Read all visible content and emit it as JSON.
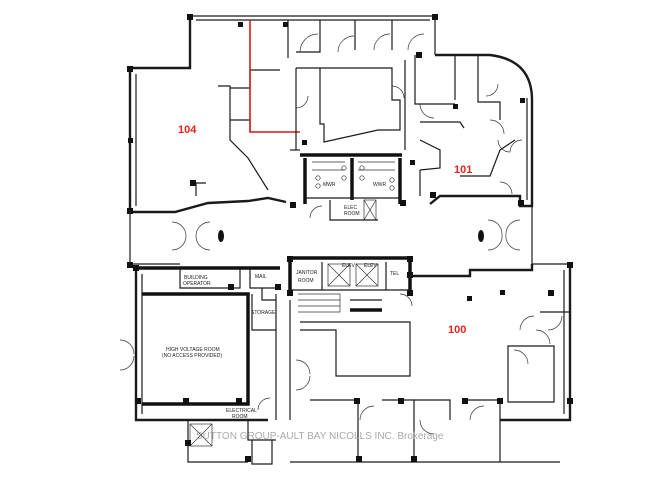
{
  "units": {
    "u104": "104",
    "u101": "101",
    "u100": "100"
  },
  "labels": {
    "mwr": "MWR",
    "wwr": "WWR",
    "elec_room_1": "ELEC",
    "elec_room_2": "ROOM",
    "elev_1": "ELEV",
    "elev_2": "ELEV",
    "tel": "TEL",
    "janitor_1": "JANITOR",
    "janitor_2": "ROOM",
    "building_operator_1": "BUILDING",
    "building_operator_2": "OPERATOR",
    "mail": "MAIL",
    "storage": "STORAGE",
    "hv_room_1": "HIGH VOLTAGE ROOM",
    "hv_room_2": "(NO ACCESS PROVIDED)",
    "electrical_1": "ELECTRICAL",
    "electrical_2": "ROOM"
  },
  "watermark": "SUTTON GROUP-AULT BAY NICOLLS INC. Brokerage",
  "colors": {
    "unit_label": "#e8221b",
    "highlight_line": "#d61a1a",
    "walls": "#1a1a1a"
  }
}
